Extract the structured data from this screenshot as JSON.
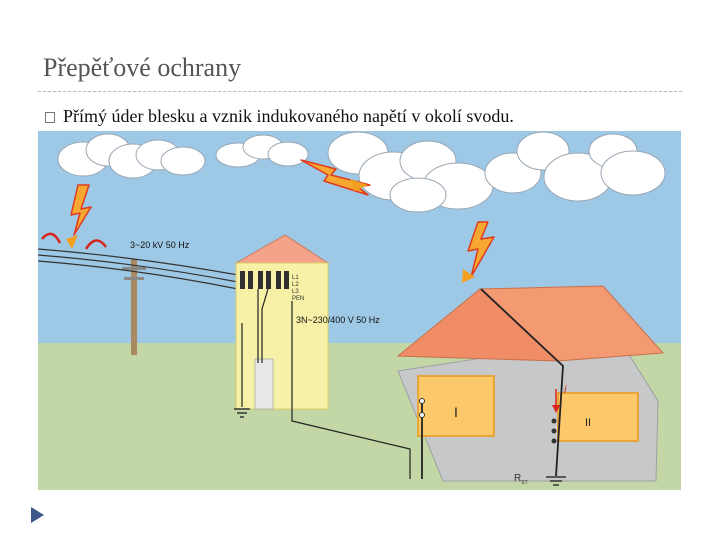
{
  "slide": {
    "title": "Přepěťové ochrany",
    "bullet": "Přímý úder blesku a vznik indukovaného napětí v okolí svodu."
  },
  "diagram": {
    "line_voltage": "3~20 kV 50 Hz",
    "phases": [
      "L1",
      "L2",
      "L3",
      "PEN"
    ],
    "distribution_voltage": "3N~230/400 V 50 Hz",
    "current_symbol": "i",
    "zone_1": "I",
    "zone_2": "II",
    "earth_resistance": "R",
    "earth_resistance_sub": "ST"
  },
  "colors": {
    "sky": "#9dc9e6",
    "ground": "#c3d6a6",
    "roof": "#f08d66",
    "house_wall": "#c7c8ca",
    "station_wall": "#f7f1a8",
    "zone_fill": "#fbc86a",
    "lightning": "#f0a030",
    "surge_red": "#d8241c",
    "accent": "#3d5a8a"
  }
}
